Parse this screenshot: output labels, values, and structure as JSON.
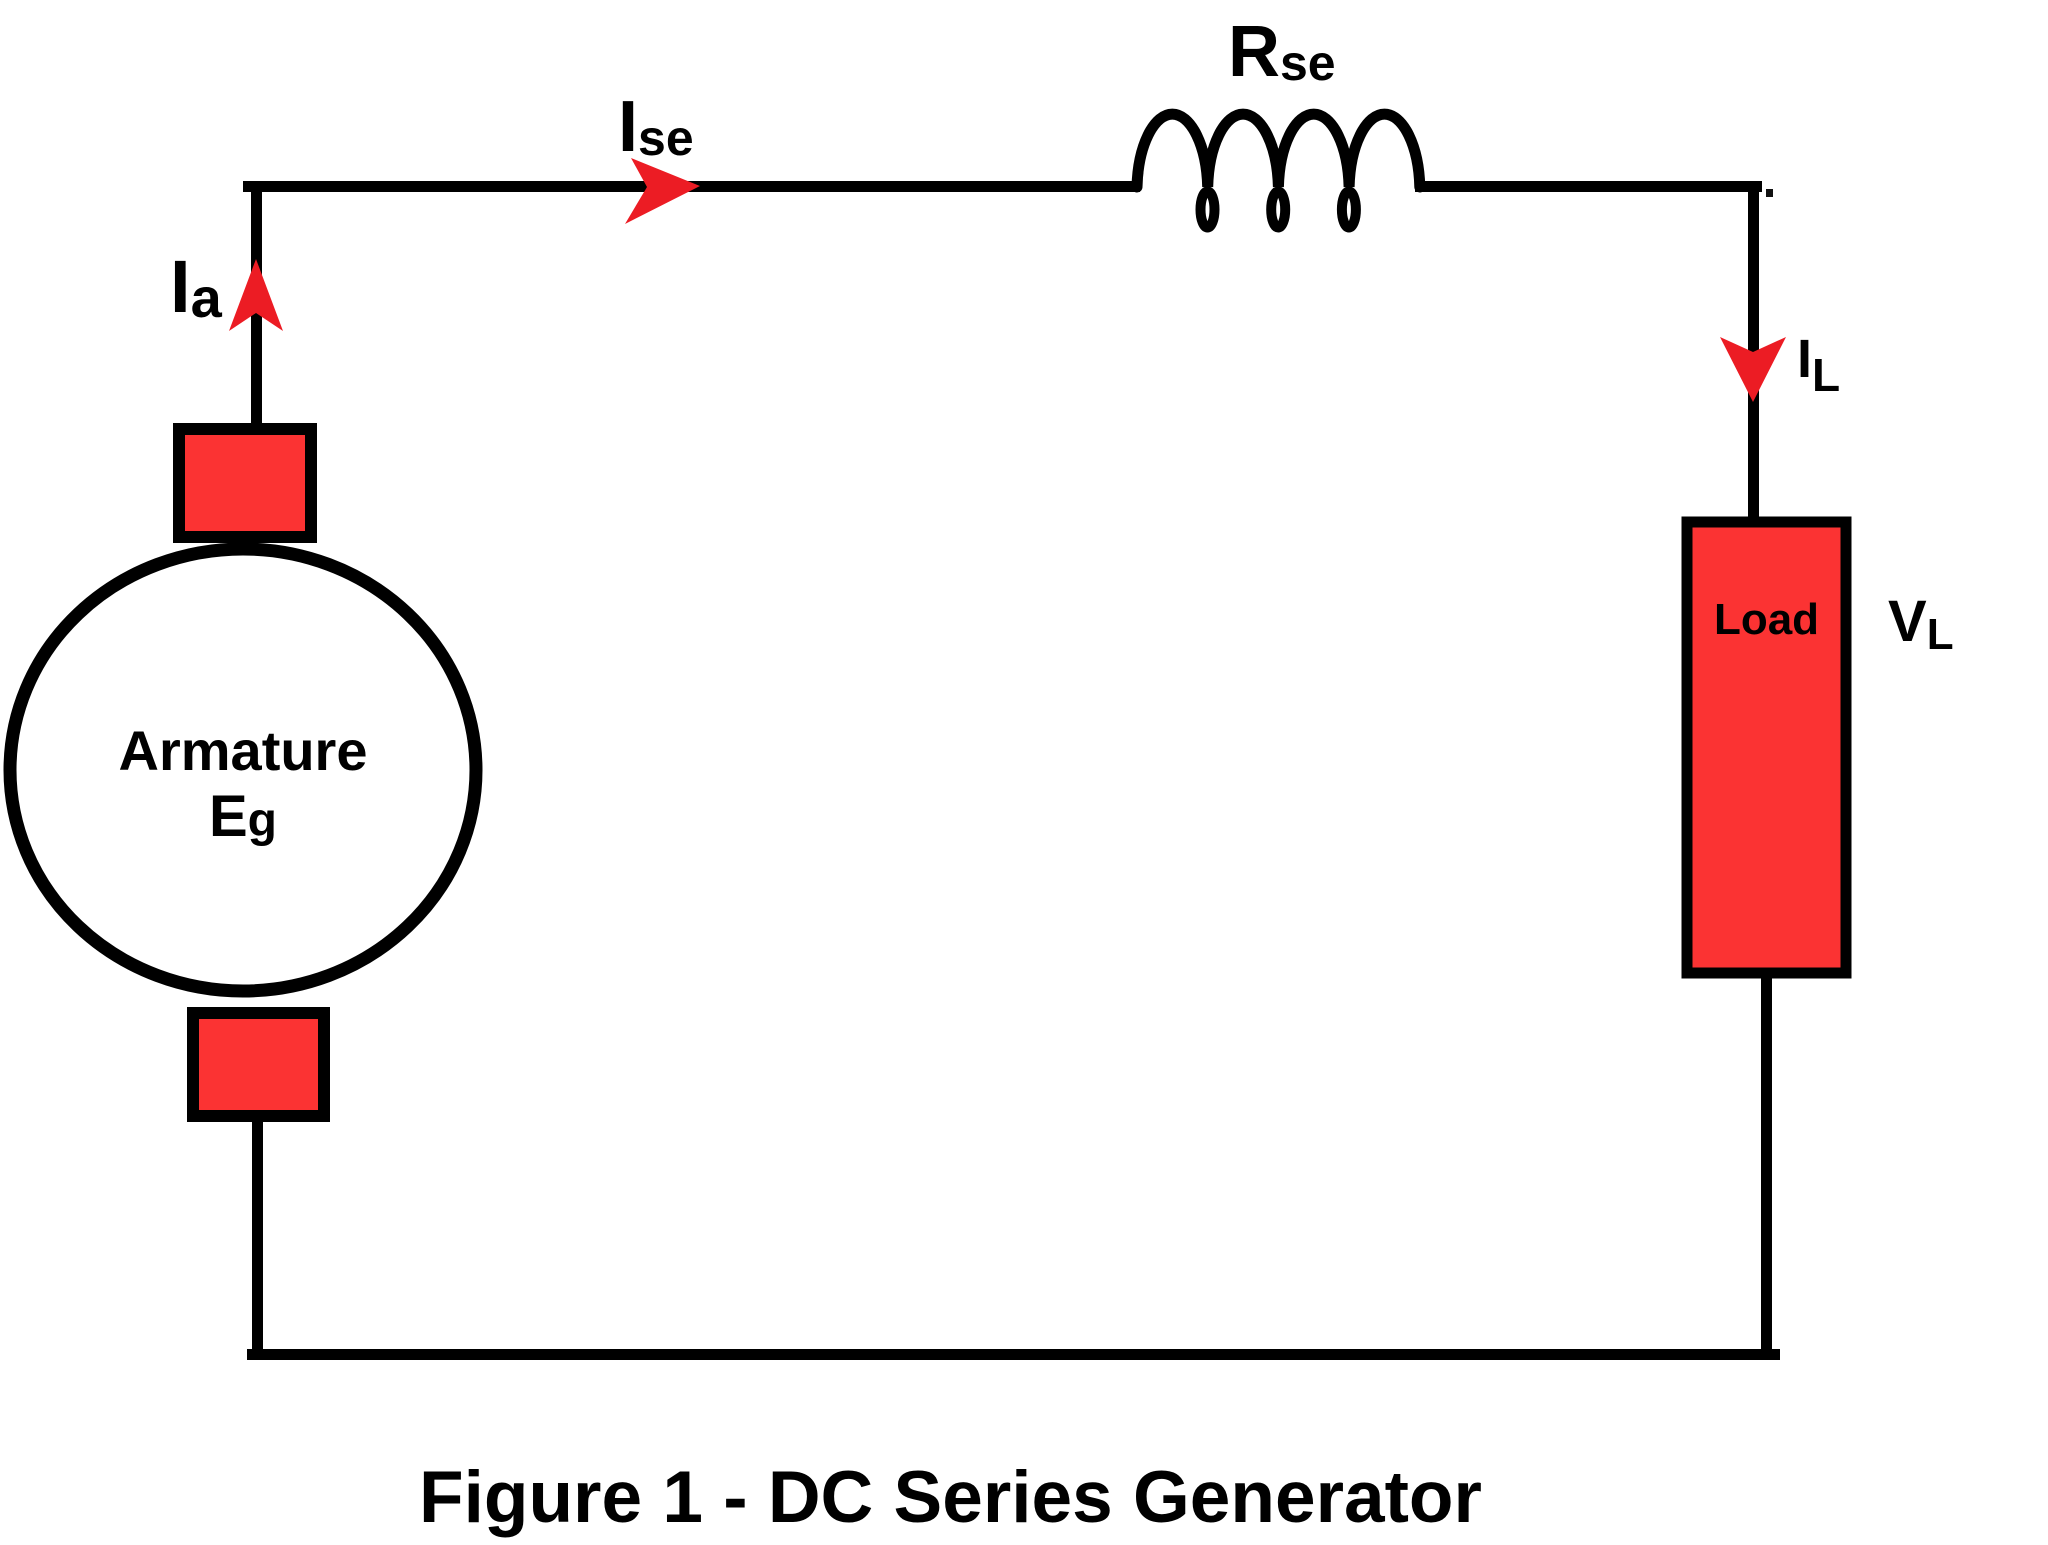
{
  "figure": {
    "caption": "Figure 1 - DC Series Generator"
  },
  "armature": {
    "name": "Armature",
    "emf": {
      "main": "E",
      "sub": "g"
    }
  },
  "series_field": {
    "resistance": {
      "main": "R",
      "sub": "se"
    },
    "current": {
      "main": "I",
      "sub": "se"
    }
  },
  "currents": {
    "armature": {
      "main": "I",
      "sub": "a"
    },
    "load": {
      "main": "I",
      "sub": "L"
    }
  },
  "load": {
    "label": "Load",
    "voltage": {
      "main": "V",
      "sub": "L"
    }
  },
  "colors": {
    "wire": "#000000",
    "fill_red": "#fb3333",
    "arrow_red": "#ec1c24",
    "text": "#000000",
    "background": "#ffffff"
  }
}
